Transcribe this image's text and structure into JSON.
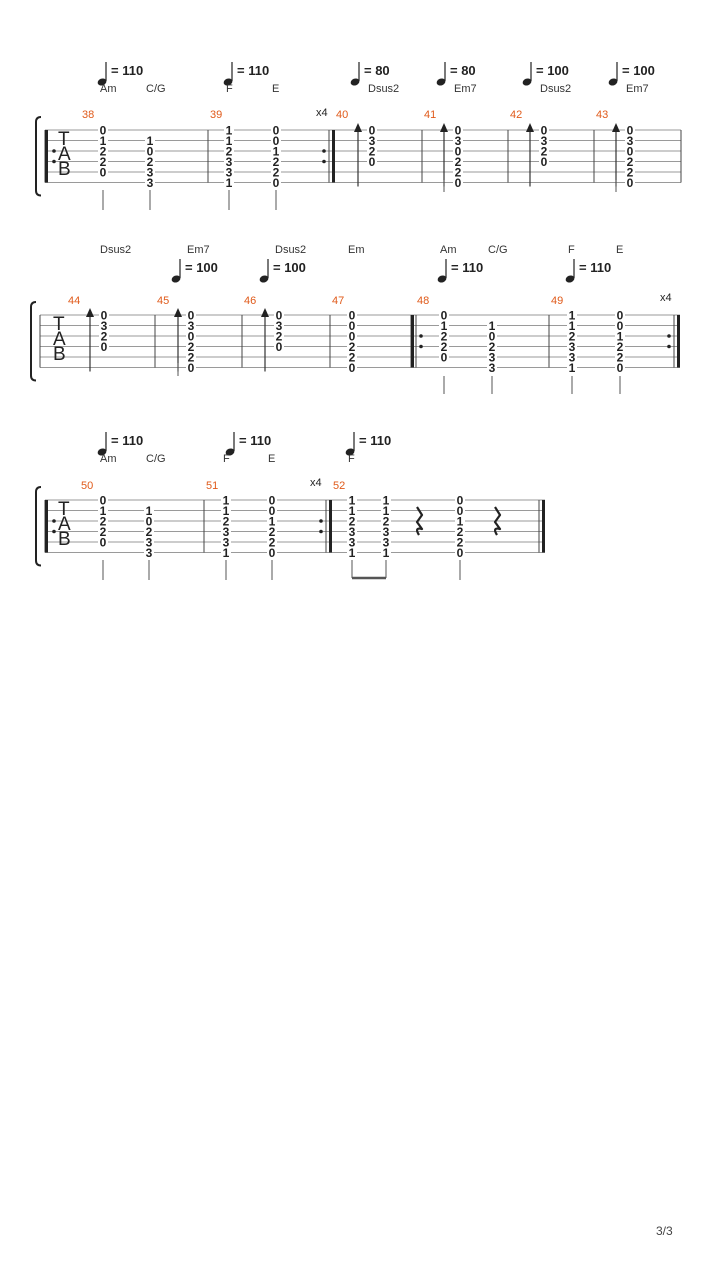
{
  "page_number": "3/3",
  "tab_clef": [
    "T",
    "A",
    "B"
  ],
  "systems": [
    {
      "tempos": [
        {
          "text": "= 110"
        },
        {
          "text": "= 110"
        },
        {
          "text": "= 80"
        },
        {
          "text": "= 80"
        },
        {
          "text": "= 100"
        },
        {
          "text": "= 100"
        }
      ],
      "chords": [
        "Am",
        "C/G",
        "F",
        "E",
        "Dsus2",
        "Em7",
        "Dsus2",
        "Em7"
      ],
      "repeat_count": "x4",
      "measures": [
        {
          "number": "38",
          "beats": [
            [
              "0",
              "1",
              "2",
              "2",
              "0",
              ""
            ],
            [
              "",
              "1",
              "0",
              "2",
              "3",
              "3"
            ]
          ]
        },
        {
          "number": "39",
          "beats": [
            [
              "1",
              "1",
              "2",
              "3",
              "3",
              "1"
            ],
            [
              "0",
              "0",
              "1",
              "2",
              "2",
              "0"
            ]
          ]
        },
        {
          "number": "40",
          "beats": [
            [
              "0",
              "3",
              "2",
              "0",
              "",
              ""
            ]
          ]
        },
        {
          "number": "41",
          "beats": [
            [
              "0",
              "3",
              "0",
              "2",
              "2",
              "0"
            ]
          ]
        },
        {
          "number": "42",
          "beats": [
            [
              "0",
              "3",
              "2",
              "0",
              "",
              ""
            ]
          ]
        },
        {
          "number": "43",
          "beats": [
            [
              "0",
              "3",
              "0",
              "2",
              "2",
              "0"
            ]
          ]
        }
      ]
    },
    {
      "tempos": [
        {
          "text": "= 100"
        },
        {
          "text": "= 100"
        },
        {
          "text": "= 110"
        },
        {
          "text": "= 110"
        }
      ],
      "chords": [
        "Dsus2",
        "Em7",
        "Dsus2",
        "Em",
        "Am",
        "C/G",
        "F",
        "E"
      ],
      "repeat_count": "x4",
      "measures": [
        {
          "number": "44",
          "beats": [
            [
              "0",
              "3",
              "2",
              "0",
              "",
              ""
            ]
          ]
        },
        {
          "number": "45",
          "beats": [
            [
              "0",
              "3",
              "0",
              "2",
              "2",
              "0"
            ]
          ]
        },
        {
          "number": "46",
          "beats": [
            [
              "0",
              "3",
              "2",
              "0",
              "",
              ""
            ]
          ]
        },
        {
          "number": "47",
          "beats": [
            [
              "0",
              "0",
              "0",
              "2",
              "2",
              "0"
            ]
          ]
        },
        {
          "number": "48",
          "beats": [
            [
              "0",
              "1",
              "2",
              "2",
              "0",
              ""
            ],
            [
              "",
              "1",
              "0",
              "2",
              "3",
              "3"
            ]
          ]
        },
        {
          "number": "49",
          "beats": [
            [
              "1",
              "1",
              "2",
              "3",
              "3",
              "1"
            ],
            [
              "0",
              "0",
              "1",
              "2",
              "2",
              "0"
            ]
          ]
        }
      ]
    },
    {
      "tempos": [
        {
          "text": "= 110"
        },
        {
          "text": "= 110"
        },
        {
          "text": "= 110"
        }
      ],
      "chords": [
        "Am",
        "C/G",
        "F",
        "E",
        "F"
      ],
      "repeat_count": "x4",
      "measures": [
        {
          "number": "50",
          "beats": [
            [
              "0",
              "1",
              "2",
              "2",
              "0",
              ""
            ],
            [
              "",
              "1",
              "0",
              "2",
              "3",
              "3"
            ]
          ]
        },
        {
          "number": "51",
          "beats": [
            [
              "1",
              "1",
              "2",
              "3",
              "3",
              "1"
            ],
            [
              "0",
              "0",
              "1",
              "2",
              "2",
              "0"
            ]
          ]
        },
        {
          "number": "52",
          "beats": [
            [
              "1",
              "1",
              "2",
              "3",
              "3",
              "1"
            ],
            [
              "1",
              "1",
              "2",
              "3",
              "3",
              "1"
            ],
            [
              "0",
              "0",
              "1",
              "2",
              "2",
              "0"
            ]
          ]
        }
      ]
    }
  ]
}
